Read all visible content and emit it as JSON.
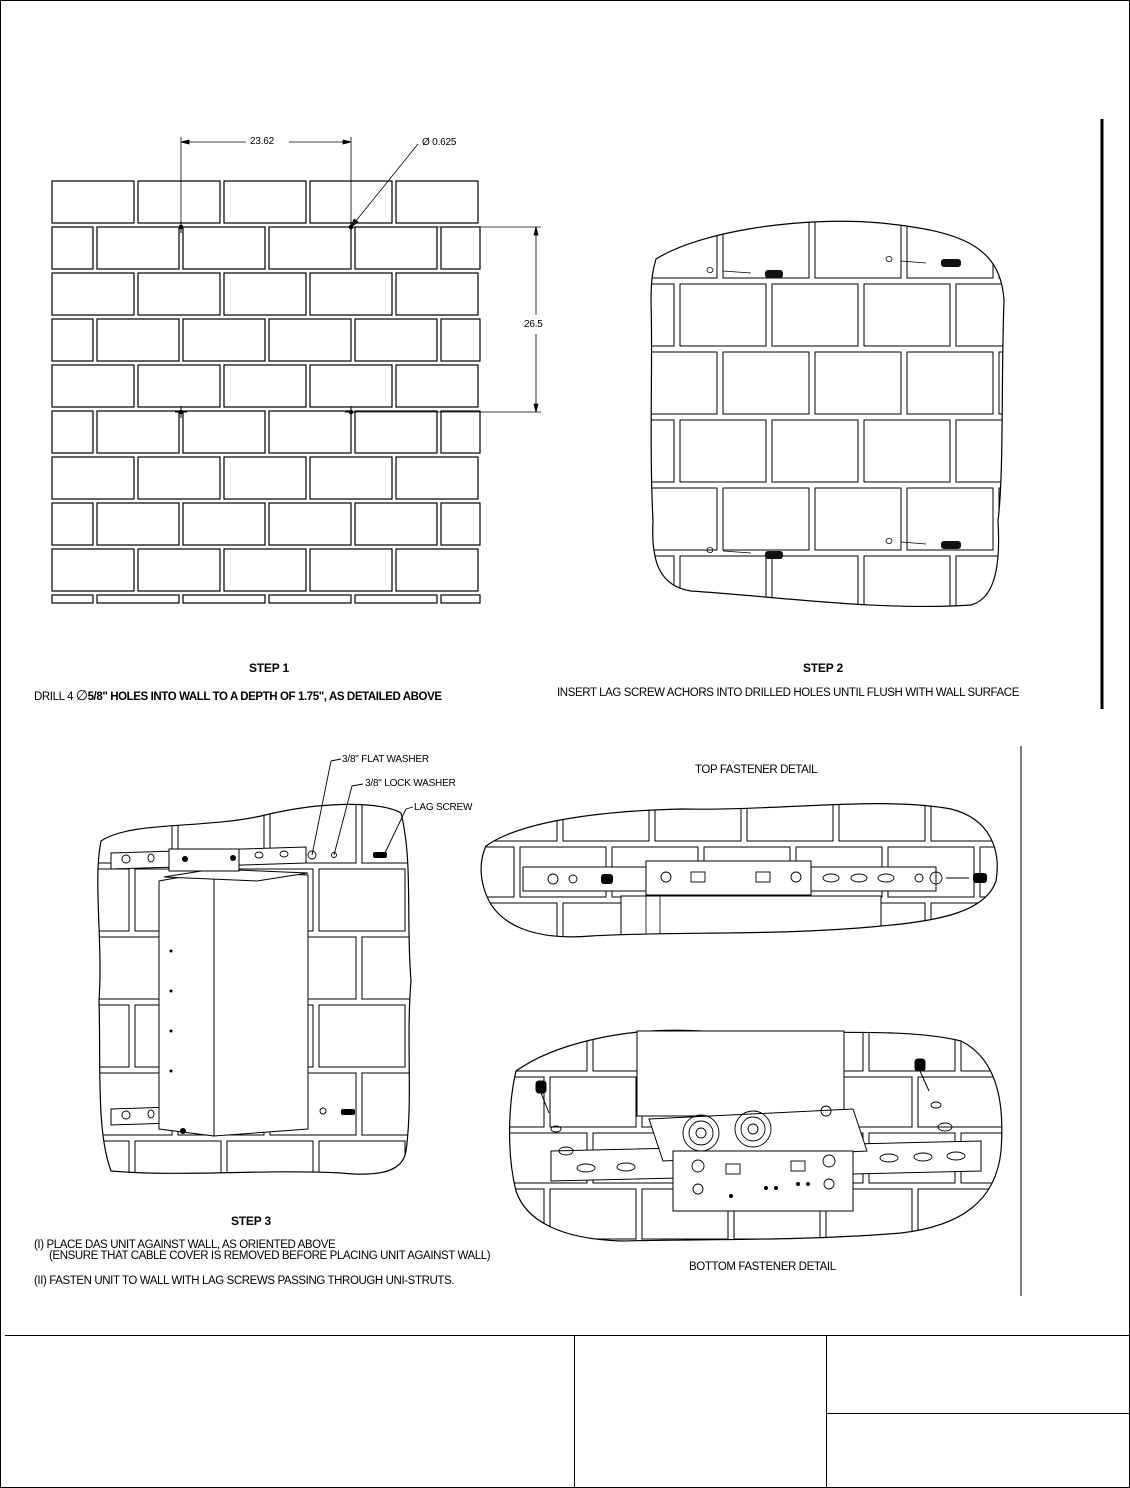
{
  "step1": {
    "dim_horizontal": "23.62",
    "dim_hole": "Ø 0.625",
    "dim_vertical": "26.5",
    "title": "STEP 1",
    "caption_lead": "DRILL 4",
    "caption_symbol": "∅",
    "caption_bold": "5/8\" HOLES INTO WALL TO A DEPTH OF 1.75\",  AS DETAILED ABOVE"
  },
  "step2": {
    "title": "STEP 2",
    "caption": "INSERT LAG SCREW ACHORS INTO DRILLED HOLES UNTIL FLUSH WITH WALL SURFACE"
  },
  "step3": {
    "callout_flat_washer": "3/8\" FLAT WASHER",
    "callout_lock_washer": "3/8\" LOCK WASHER",
    "callout_lag_screw": "LAG SCREW",
    "title": "STEP 3",
    "instruction_1": "(I) PLACE DAS UNIT AGAINST WALL, AS ORIENTED ABOVE",
    "instruction_1_note": "(ENSURE THAT CABLE COVER IS REMOVED BEFORE PLACING UNIT AGAINST WALL)",
    "instruction_2": "(II) FASTEN UNIT TO WALL WITH LAG SCREWS PASSING THROUGH UNI-STRUTS."
  },
  "details": {
    "top": "TOP FASTENER DETAIL",
    "bottom": "BOTTOM FASTENER DETAIL"
  }
}
